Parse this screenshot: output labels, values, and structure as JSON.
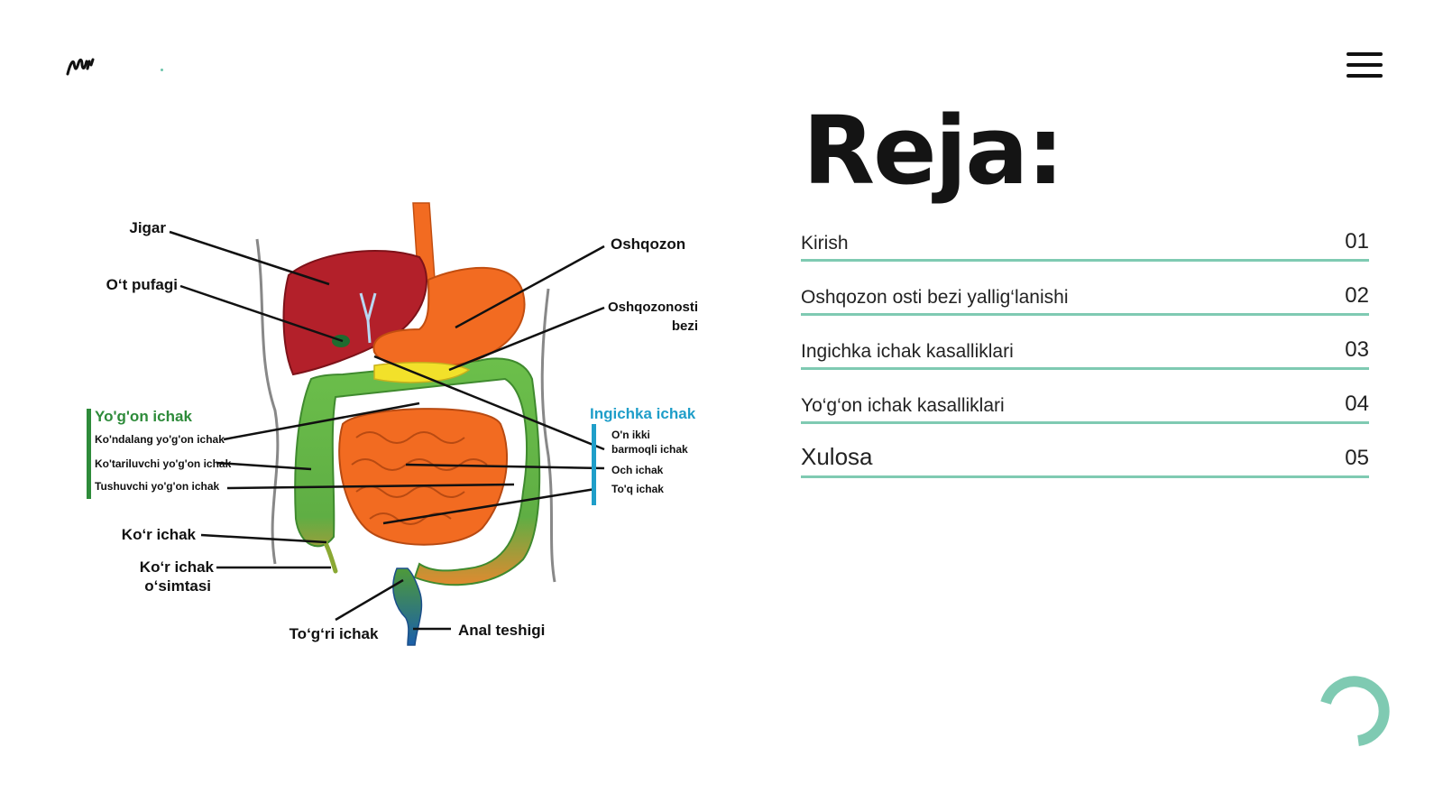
{
  "title": "Reja:",
  "toc": [
    {
      "label": "Kirish",
      "num": "01"
    },
    {
      "label": "Oshqozon osti bezi yallig‘lanishi",
      "num": "02"
    },
    {
      "label": "Ingichka ichak kasalliklari",
      "num": "03"
    },
    {
      "label": "Yo‘g‘on ichak kasalliklari",
      "num": "04"
    },
    {
      "label": "Xulosa",
      "num": "05"
    }
  ],
  "diagram": {
    "labels": {
      "jigar": "Jigar",
      "ot_pufagi": "O‘t pufagi",
      "oshqozon": "Oshqozon",
      "oshqozonosti_1": "Oshqozonosti",
      "oshqozonosti_2": "bezi",
      "kor_ichak": "Ko‘r ichak",
      "kor_osimta_1": "Ko‘r ichak",
      "kor_osimta_2": "o‘simtasi",
      "togri_ichak": "To‘g‘ri ichak",
      "anal": "Anal teshigi"
    },
    "yogon": {
      "heading": "Yo'g'on ichak",
      "items": [
        "Ko'ndalang yo'g'on ichak",
        "Ko'tariluvchi yo'g'on ichak",
        "Tushuvchi yo'g'on ichak"
      ]
    },
    "ingichka": {
      "heading": "Ingichka ichak",
      "items": [
        "O'n ikki",
        "barmoqli ichak",
        "Och ichak",
        "To'q ichak"
      ]
    }
  },
  "colors": {
    "accent": "#7fcab2",
    "yogon_green": "#2e8b3a",
    "ingichka_blue": "#1f9ec9",
    "liver": "#b3202a",
    "stomach": "#f26b21",
    "intestine_green": "#6cbf4b"
  }
}
